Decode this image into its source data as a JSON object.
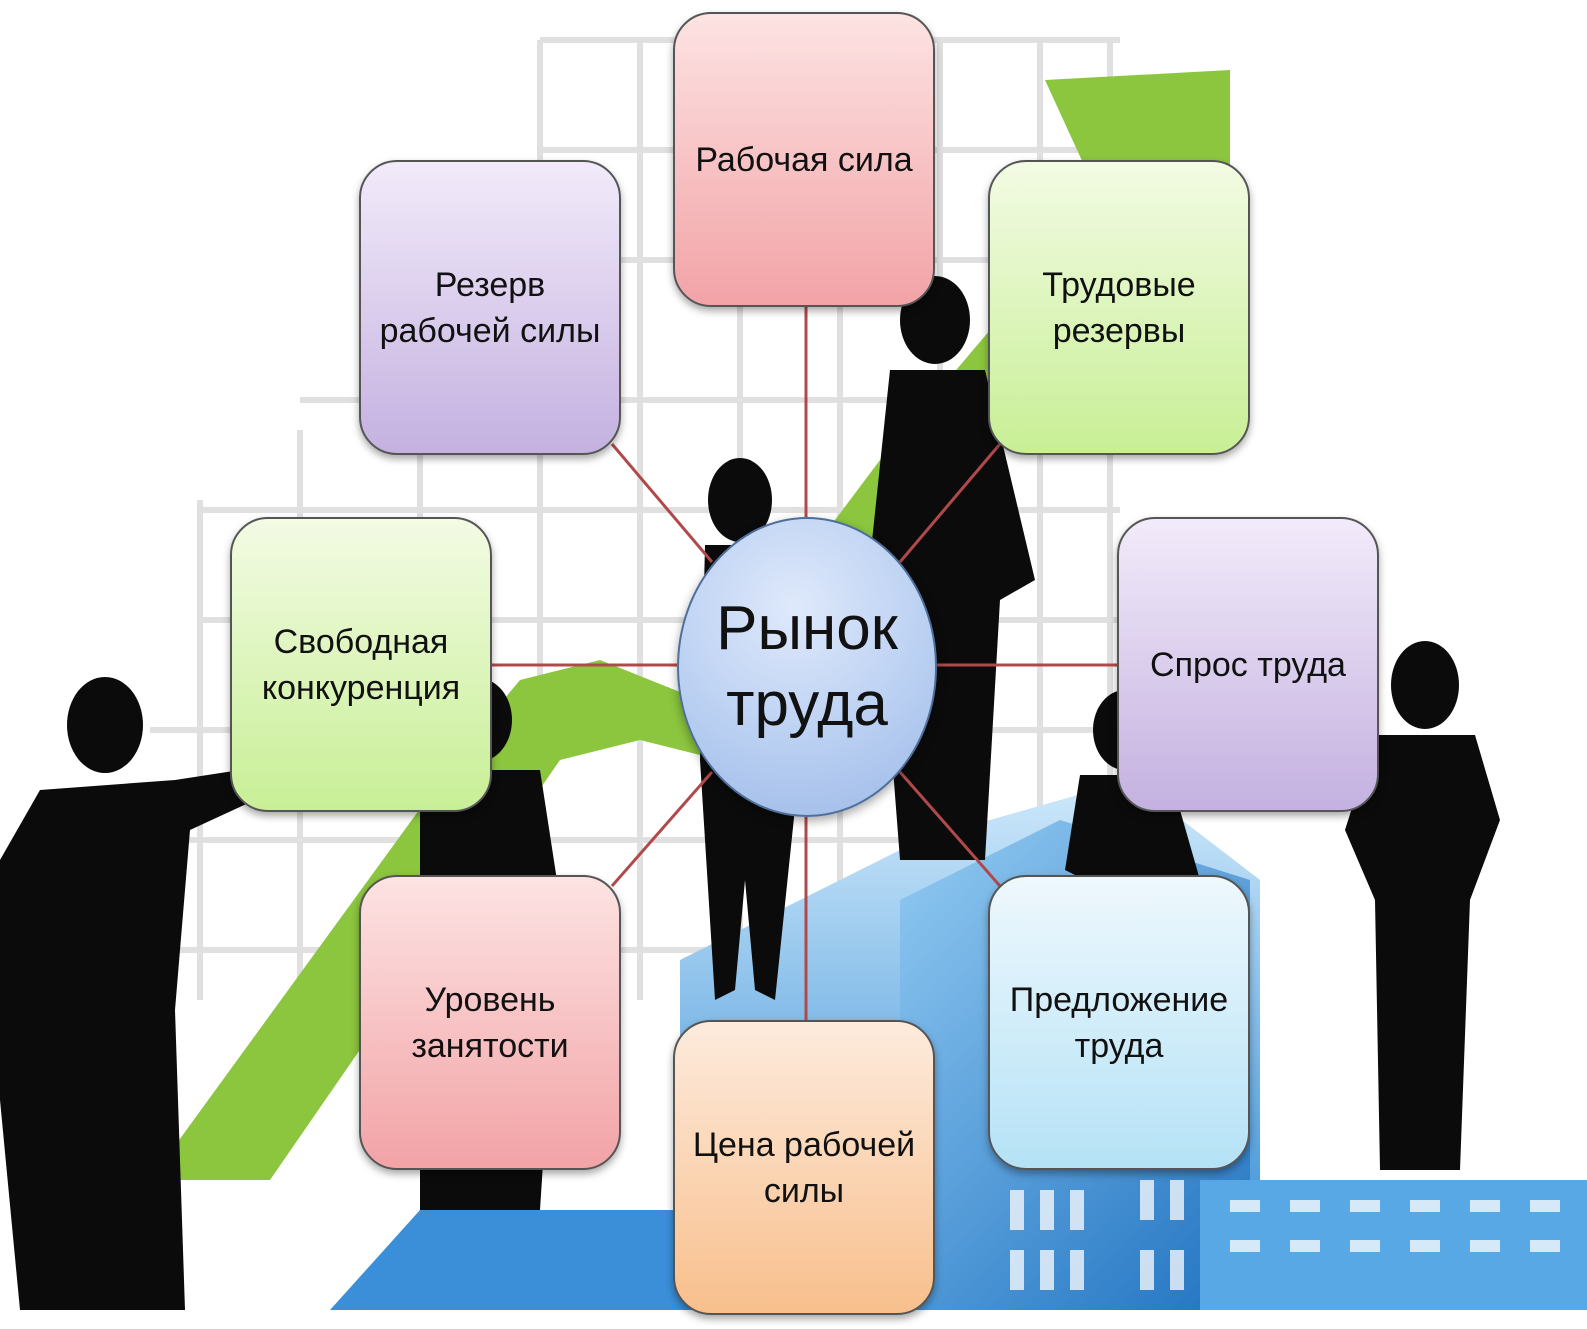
{
  "hub": {
    "label": "Рынок\nтруда"
  },
  "nodes": {
    "top": {
      "label": "Рабочая сила"
    },
    "top_left": {
      "label": "Резерв\nрабочей силы"
    },
    "top_right": {
      "label": "Трудовые\nрезервы"
    },
    "left": {
      "label": "Свободная\nконкуренция"
    },
    "right": {
      "label": "Спрос труда"
    },
    "bottom_left": {
      "label": "Уровень\nзанятости"
    },
    "bottom_right": {
      "label": "Предложение\nтруда"
    },
    "bottom": {
      "label": "Цена рабочей\nсилы"
    }
  },
  "colors": {
    "connector": "#b04a4a",
    "arrow": "#8cc63f",
    "silhouette": "#0b0b0b",
    "buildings": "#2f8fd6",
    "grid": "#d9d9d9"
  }
}
